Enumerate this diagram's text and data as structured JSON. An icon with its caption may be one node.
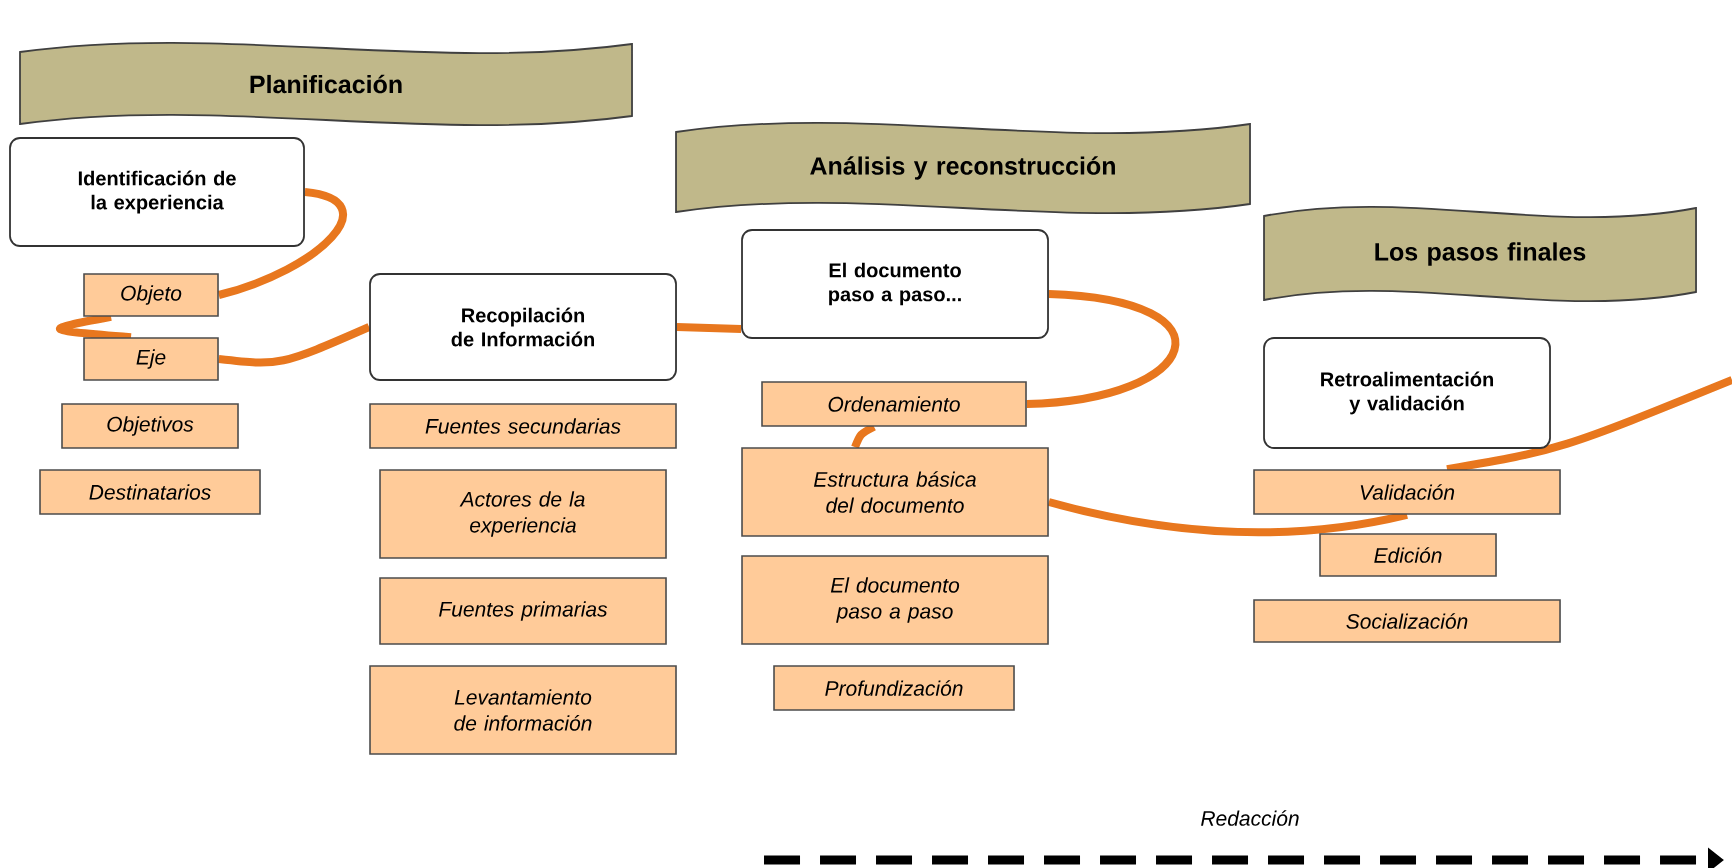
{
  "diagram": {
    "nodes": [
      {
        "text": [
          "Planificación"
        ]
      },
      {
        "text": [
          "Identificación de la experiencia"
        ]
      },
      {
        "text": [
          "Objeto"
        ]
      },
      {
        "text": [
          "Eje"
        ]
      },
      {
        "text": [
          "Objetivos"
        ]
      },
      {
        "text": [
          "Destinatarios"
        ]
      },
      {
        "text": [
          "Análisis y reconstrucción"
        ]
      },
      {
        "text": [
          "Recopilación de Información"
        ]
      },
      {
        "text": [
          "Fuentes secundarias"
        ]
      },
      {
        "text": [
          "Actores de la experiencia"
        ]
      },
      {
        "text": [
          "Fuentes primarias"
        ]
      },
      {
        "text": [
          "Levantamiento de información"
        ]
      },
      {
        "text": [
          "El documento paso a paso..."
        ]
      },
      {
        "text": [
          "Ordenamiento"
        ]
      },
      {
        "text": [
          "Estructura básica del documento"
        ]
      },
      {
        "text": [
          "El documento paso a paso"
        ]
      },
      {
        "text": [
          "Profundización"
        ]
      },
      {
        "text": [
          "Los pasos finales"
        ]
      },
      {
        "text": [
          "Retroalimentación y validación"
        ]
      },
      {
        "text": [
          "Validación"
        ]
      },
      {
        "text": [
          "Edición"
        ]
      },
      {
        "text": [
          "Socialización"
        ]
      }
    ],
    "edges": [
      {
        "from": 1,
        "to": 2,
        "arrow": "none"
      },
      {
        "from": 2,
        "to": 3,
        "arrow": "none"
      },
      {
        "from": 3,
        "to": 7,
        "arrow": "none"
      },
      {
        "from": 7,
        "to": 12,
        "arrow": "none"
      },
      {
        "from": 12,
        "to": 13,
        "arrow": "none"
      },
      {
        "from": 13,
        "to": 14,
        "arrow": "none"
      },
      {
        "from": 14,
        "to": 19,
        "arrow": "none"
      },
      {
        "from": 19,
        "to": null,
        "arrow": "none"
      }
    ],
    "labels": [
      "Redacción"
    ]
  }
}
